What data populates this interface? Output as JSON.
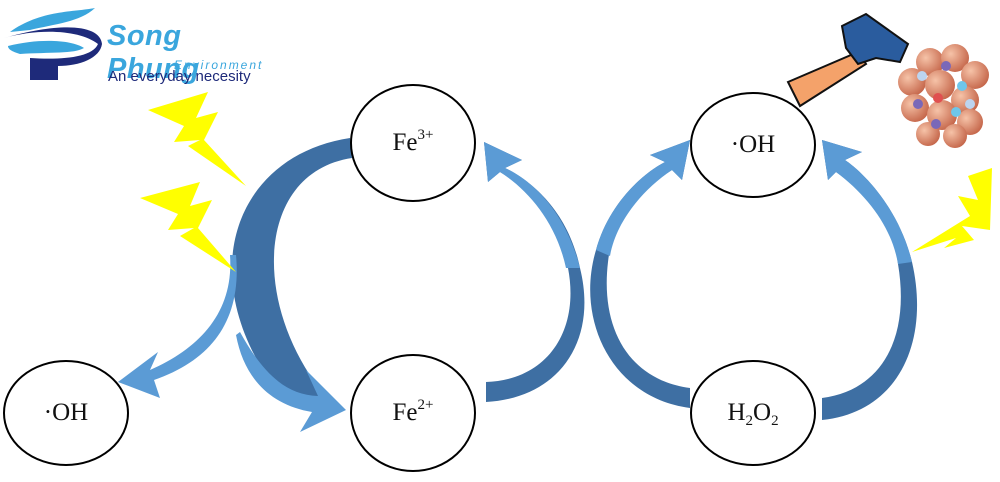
{
  "logo": {
    "title": "Song Phung",
    "subtitle": "Environment",
    "tagline": "An everyday necesity",
    "colors": {
      "light": "#3aa6dd",
      "dark": "#1e2a7a"
    }
  },
  "nodes": {
    "fe3": {
      "base": "Fe",
      "sup": "3+"
    },
    "fe2": {
      "base": "Fe",
      "sup": "2+"
    },
    "oh_top": {
      "text": "·OH"
    },
    "oh_left": {
      "text": "·OH"
    },
    "h2o2": {
      "h": "H",
      "s1": "2",
      "o": "O",
      "s2": "2"
    }
  },
  "colors": {
    "arrow_light": "#5b9bd5",
    "arrow_dark": "#3e6fa3",
    "lightning": "#ffff00",
    "hammer_head": "#2a5c9e",
    "hammer_handle": "#f4a26a"
  },
  "icons": [
    "lightning-bolt-icon",
    "hammer-icon",
    "catalyst-particle-icon"
  ]
}
